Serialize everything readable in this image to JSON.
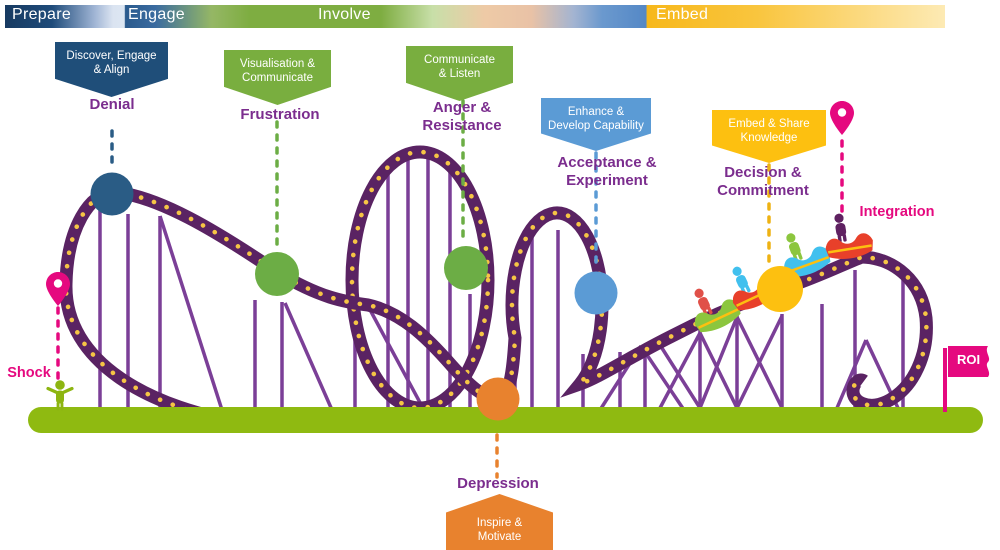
{
  "phases": {
    "prepare": "Prepare",
    "engage": "Engage",
    "involve": "Involve",
    "embed": "Embed"
  },
  "banners": {
    "discover": {
      "line1": "Discover, Engage",
      "line2": "& Align"
    },
    "visualisation": {
      "line1": "Visualisation &",
      "line2": "Communicate"
    },
    "communicate": {
      "line1": "Communicate",
      "line2": "& Listen"
    },
    "enhance": {
      "line1": "Enhance &",
      "line2": "Develop Capability"
    },
    "embed": {
      "line1": "Embed & Share",
      "line2": "Knowledge"
    },
    "inspire": {
      "line1": "Inspire &",
      "line2": "Motivate"
    }
  },
  "stages": {
    "denial": {
      "label": "Denial"
    },
    "frustration": {
      "label": "Frustration"
    },
    "anger": {
      "line1": "Anger &",
      "line2": "Resistance"
    },
    "acceptance": {
      "line1": "Acceptance &",
      "line2": "Experiment"
    },
    "decision": {
      "line1": "Decision &",
      "line2": "Commitment"
    },
    "depression": {
      "label": "Depression"
    }
  },
  "markers": {
    "shock": {
      "label": "Shock"
    },
    "integration": {
      "label": "Integration"
    }
  },
  "flag": {
    "label": "ROI"
  },
  "colors": {
    "track_purple": "#5a2363",
    "track_dots": "#f6c545",
    "supports": "#7b3f97",
    "ground_green": "#8fba11",
    "pink": "#e5097f",
    "label_purple": "#7b2d8e",
    "navy": "#1f4e79",
    "green": "#79ae3f",
    "blue": "#5b9bd5",
    "yellow": "#fdc010",
    "orange": "#e8822e",
    "circle_denial": "#2a5c85",
    "circle_frustration": "#6cad45",
    "circle_anger": "#6cad45",
    "circle_depression": "#e8822e",
    "circle_acceptance": "#5b9bd5",
    "circle_decision": "#fdc010"
  }
}
